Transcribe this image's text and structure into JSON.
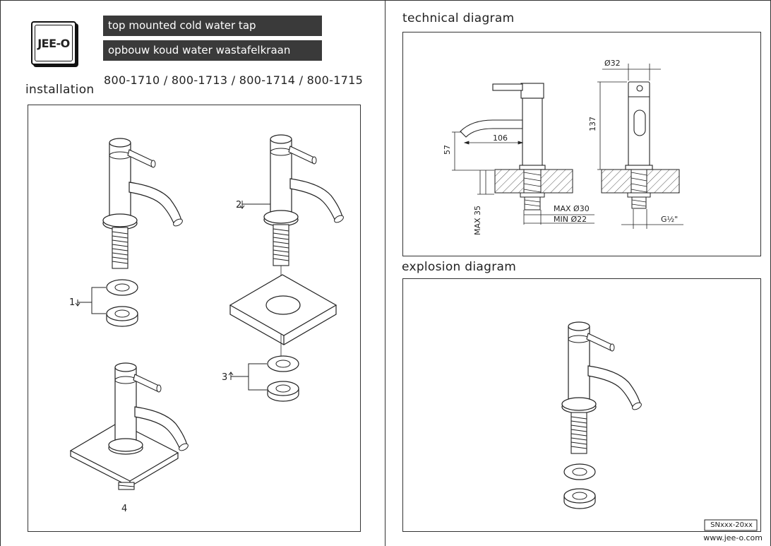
{
  "brand": {
    "logo_text": "JEE-O"
  },
  "header": {
    "title_en": "top mounted cold water tap",
    "title_nl": "opbouw koud water wastafelkraan",
    "models": "800-1710 / 800-1713 / 800-1714 / 800-1715"
  },
  "sections": {
    "installation": "installation",
    "technical": "technical diagram",
    "explosion": "explosion  diagram"
  },
  "installation_steps": {
    "step1": "1",
    "step2": "2",
    "step3": "3",
    "step4": "4"
  },
  "dimensions": {
    "top_diameter": "Ø32",
    "height": "137",
    "spout_reach": "106",
    "spout_height": "57",
    "max_thickness": "MAX 35",
    "max_hole": "MAX Ø30",
    "min_hole": "MIN Ø22",
    "thread": "G½\""
  },
  "footer": {
    "serial": "SNxxx-20xx",
    "website": "www.jee-o.com"
  }
}
